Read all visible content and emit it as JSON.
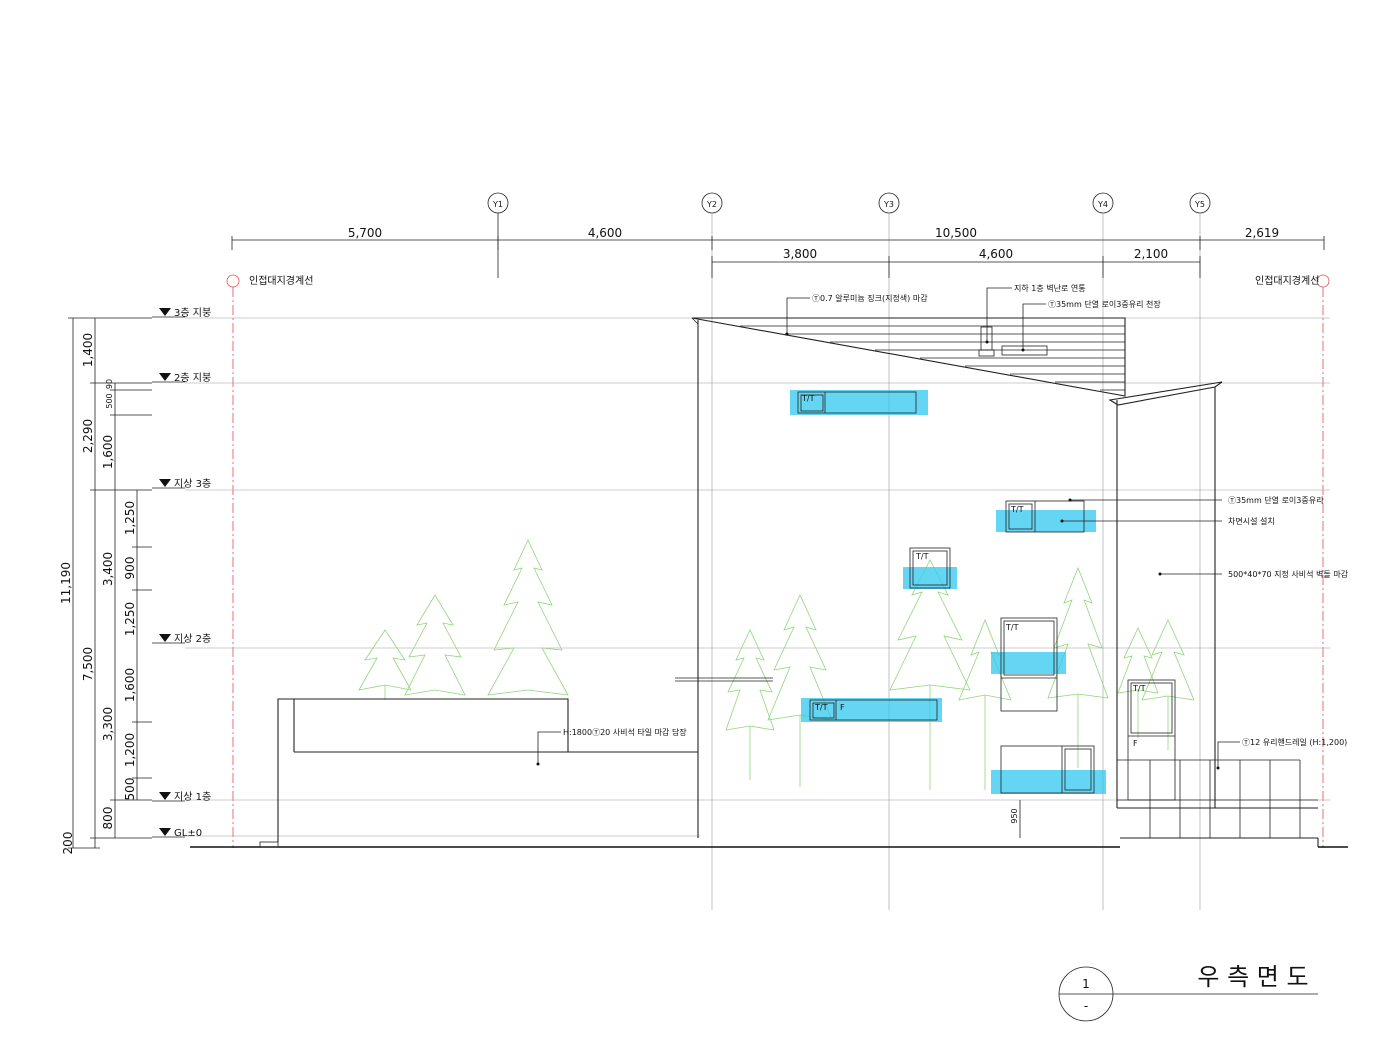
{
  "grid_labels": {
    "y1": "Y1",
    "y2": "Y2",
    "y3": "Y3",
    "y4": "Y4",
    "y5": "Y5"
  },
  "top_dims": {
    "d1": "5,700",
    "d2": "4,600",
    "d3": "10,500",
    "d4": "2,619"
  },
  "sub_dims": {
    "d1": "3,800",
    "d2": "4,600",
    "d3": "2,100"
  },
  "boundary": {
    "left": "인접대지경계선",
    "right": "인접대지경계선"
  },
  "levels": {
    "roof3": "3층 지붕",
    "roof2": "2층 지붕",
    "floor3": "지상 3층",
    "floor2": "지상 2층",
    "floor1": "지상 1층",
    "gl": "GL±0"
  },
  "left_dims": {
    "total": "11,190",
    "a_1400": "1,400",
    "a_2290": "2,290",
    "a_7500": "7,500",
    "a_200": "200",
    "b_500": "500",
    "b_90": "90",
    "b_1600": "1,600",
    "b_3400": "3,400",
    "b_3300": "3,300",
    "b_800": "800",
    "c_1250a": "1,250",
    "c_900": "900",
    "c_1250b": "1,250",
    "c_1600": "1,600",
    "c_1200": "1,200",
    "c_500": "500"
  },
  "notes": {
    "n1": "Ⓣ0.7 알루미늄 징크(지정색) 마감",
    "n2": "지하 1층 벽난로 연통",
    "n3": "Ⓣ35mm 단열 로이3중유리 천장",
    "n4": "Ⓣ35mm 단열 로이3중유리",
    "n5": "차면시설 설치",
    "n6": "500*40*70 지정 사비석 벽돌 마감",
    "n7": "H:1800Ⓣ20 사비석 타일 마감 담장",
    "n8": "Ⓣ12 유리핸드레일 (H:1,200)"
  },
  "window_labels": {
    "tt": "T/T",
    "f": "F"
  },
  "dim_950": "950",
  "title_block": {
    "number": "1",
    "sub": "-",
    "title": "우 측 면 도"
  }
}
